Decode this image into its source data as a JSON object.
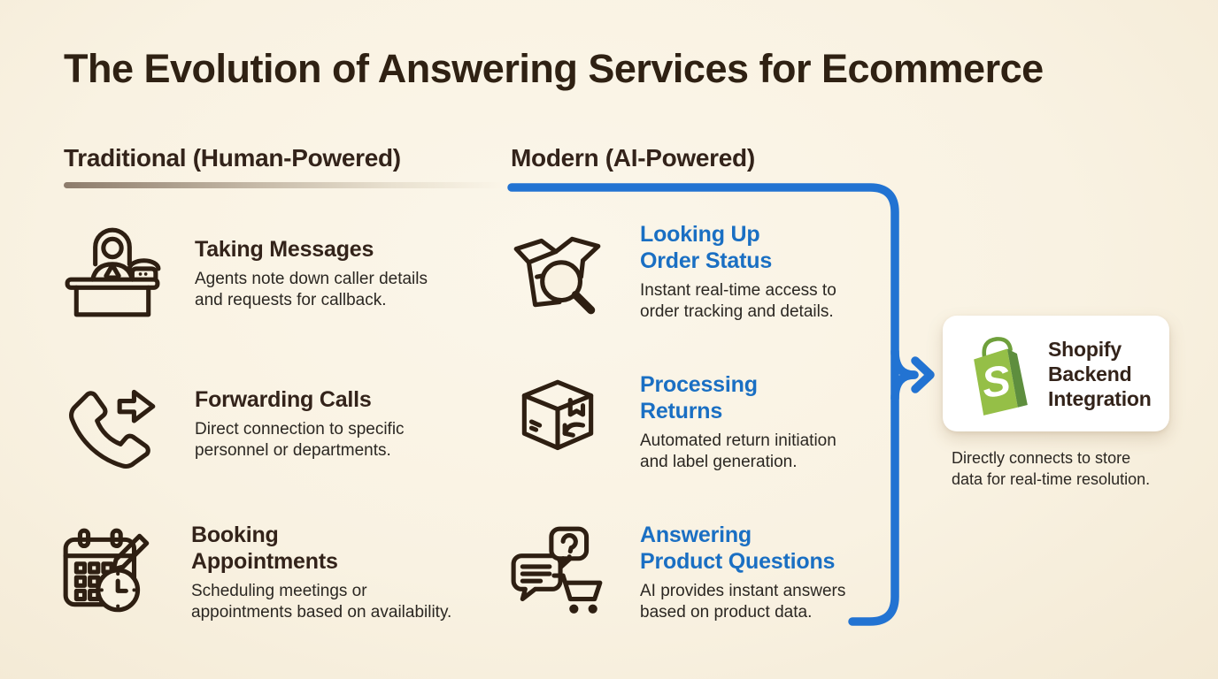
{
  "title": "The Evolution of Answering Services for Ecommerce",
  "colors": {
    "background": "#f9f2e2",
    "heading_brown": "#33231a",
    "accent_blue": "#1a6fc3",
    "connector_blue": "#2273d2",
    "shopify_green_light": "#95BF47",
    "shopify_green_dark": "#5E8E3E"
  },
  "columns": {
    "traditional": {
      "heading": "Traditional (Human-Powered)",
      "items": [
        {
          "icon": "receptionist-desk-icon",
          "title": "Taking Messages",
          "description": "Agents note down caller details\nand requests for callback."
        },
        {
          "icon": "phone-forward-icon",
          "title": "Forwarding Calls",
          "description": "Direct connection to specific\npersonnel or departments."
        },
        {
          "icon": "calendar-pencil-clock-icon",
          "title": "Booking\nAppointments",
          "description": "Scheduling meetings or\nappointments based on availability."
        }
      ]
    },
    "modern": {
      "heading": "Modern (AI-Powered)",
      "items": [
        {
          "icon": "open-box-magnifier-icon",
          "title": "Looking Up\nOrder Status",
          "description": "Instant real-time access to\norder tracking and details."
        },
        {
          "icon": "return-box-icon",
          "title": "Processing\nReturns",
          "description": "Automated return initiation\nand label generation."
        },
        {
          "icon": "chat-question-cart-icon",
          "title": "Answering\nProduct Questions",
          "description": "AI provides instant answers\nbased on product data."
        }
      ]
    }
  },
  "integration": {
    "icon": "shopify-logo-icon",
    "card_title": "Shopify\nBackend\nIntegration",
    "caption": "Directly connects to store\ndata for real-time resolution."
  }
}
